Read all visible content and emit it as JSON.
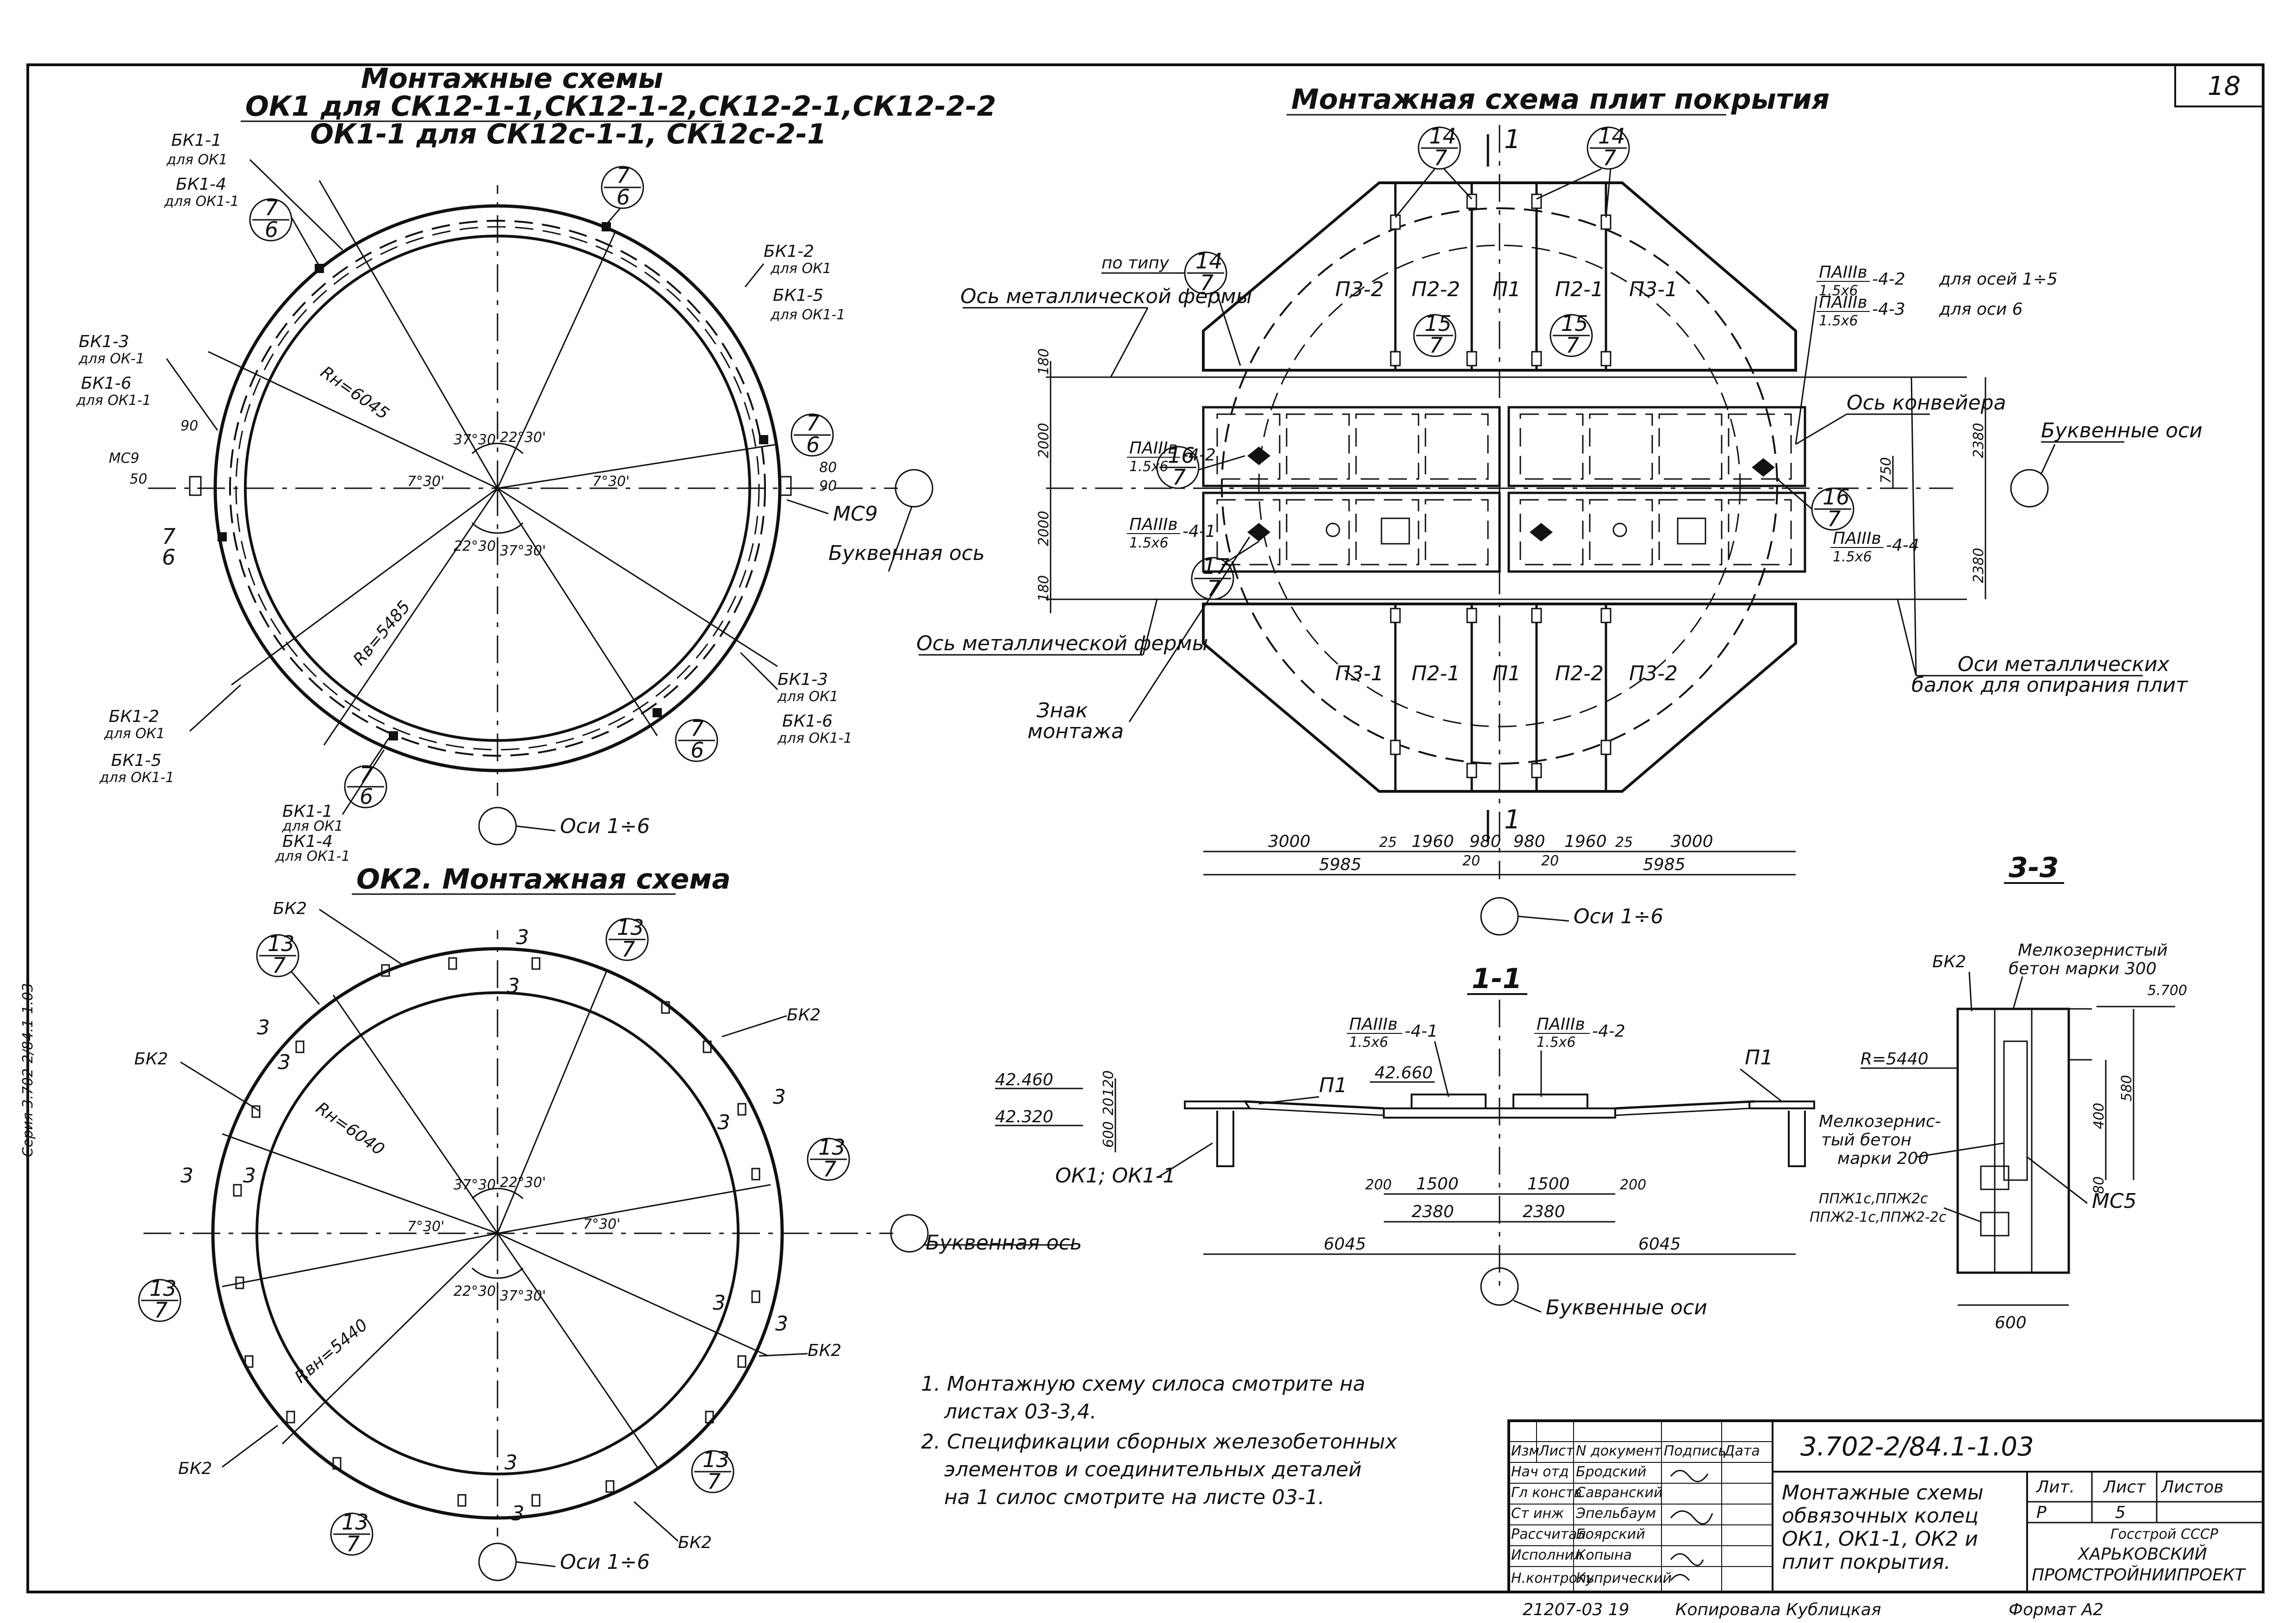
{
  "sheet": {
    "sheet_number": "18",
    "series_side_text": "Серия 3.702-2/84.1-1.03"
  },
  "scheme_ok1": {
    "title_line1": "Монтажные схемы",
    "title_line2": "ОК1 для СК12-1-1,СК12-1-2,СК12-2-1,СК12-2-2",
    "title_line3": "ОК1-1 для СК12с-1-1, СК12с-2-1",
    "callouts": [
      {
        "mark": "БК1-1",
        "note": "для ОК1"
      },
      {
        "mark": "БК1-4",
        "note": "для ОК1-1"
      },
      {
        "mark": "БК1-2",
        "note": "для ОК1"
      },
      {
        "mark": "БК1-5",
        "note": "для ОК1-1"
      },
      {
        "mark": "БК1-3",
        "note": "для ОК-1"
      },
      {
        "mark": "БК1-6",
        "note": "для ОК1-1"
      },
      {
        "mark": "БК1-3",
        "note": "для ОК1"
      },
      {
        "mark": "БК1-6",
        "note": "для ОК1-1"
      },
      {
        "mark": "БК1-2",
        "note": "для ОК1"
      },
      {
        "mark": "БК1-5",
        "note": "для ОК1-1"
      },
      {
        "mark": "БК1-1",
        "note": "для ОК1"
      },
      {
        "mark": "БК1-4",
        "note": "для ОК1-1"
      }
    ],
    "radius_outer": "Rн=6045",
    "radius_inner": "Rв=5485",
    "angles": [
      "37°30'",
      "22°30'",
      "7°30'",
      "7°30'",
      "22°30'",
      "37°30'"
    ],
    "mark_ms9": "МС9",
    "mark_ms9_left": "МС9",
    "dim_90": "90",
    "dim_50": "50",
    "dim_80": "80",
    "dim_90b": "90",
    "letter_axis": "Буквенная ось",
    "axes_label": "Оси 1÷6",
    "detail_ref": {
      "num": "7",
      "den": "6"
    }
  },
  "scheme_ok2": {
    "title": "ОК2. Монтажная схема",
    "mark": "БК2",
    "radius_outer": "Rн=6040",
    "radius_inner": "Rвн=5440",
    "angles": [
      "37°30'",
      "22°30'",
      "7°30'",
      "7°30'",
      "22°30'",
      "37°30'"
    ],
    "section_mark": "3",
    "letter_axis": "Буквенная ось",
    "axes_label": "Оси 1÷6",
    "detail_ref": {
      "num": "13",
      "den": "7"
    }
  },
  "scheme_plates": {
    "title": "Монтажная схема плит покрытия",
    "plates_top": [
      "П3-2",
      "П2-2",
      "П1",
      "П2-1",
      "П3-1"
    ],
    "plates_bottom": [
      "П3-1",
      "П2-1",
      "П1",
      "П2-2",
      "П3-2"
    ],
    "ref_14": {
      "num": "14",
      "den": "7"
    },
    "ref_15": {
      "num": "15",
      "den": "7"
    },
    "ref_16": {
      "num": "16",
      "den": "7"
    },
    "ref_17": {
      "num": "17",
      "den": "7"
    },
    "by_type": "по типу",
    "axis_metal_truss": "Ось металлической фермы",
    "axis_conveyor": "Ось конвейера",
    "letter_axes": "Буквенные оси",
    "axes_metal_beams_1": "Оси металлических",
    "axes_metal_beams_2": "балок для опирания плит",
    "mount_sign_1": "Знак",
    "mount_sign_2": "монтажа",
    "plate_pa_42_num": "ПАIIIв",
    "plate_pa_42_den": "1.5х6",
    "plate_pa_42_suffix": "-4-2",
    "plate_pa_41_suffix": "-4-1",
    "plate_pa_44_suffix": "-4-4",
    "plate_pa_43_suffix": "-4-3",
    "note_axes_1_5": "для осей 1÷5",
    "note_axis_6": "для оси 6",
    "section_mark": "1",
    "dims_vertical": [
      "180",
      "2000",
      "2000",
      "180",
      "750",
      "2380",
      "2380"
    ],
    "dims_bottom": [
      "3000",
      "25",
      "1960",
      "980",
      "980",
      "1960",
      "25",
      "3000"
    ],
    "dims_bottom_small": [
      "20",
      "20"
    ],
    "dims_total": [
      "5985",
      "5985"
    ],
    "axes_label": "Оси 1÷6"
  },
  "section_11": {
    "title": "1-1",
    "plate_left": "П1",
    "plate_right": "П1",
    "plate_a_num": "ПАIIIв",
    "plate_a_den": "1.5х6",
    "plate_a_suffix": "-4-1",
    "plate_b_suffix": "-4-2",
    "level_1": "42.460",
    "level_2": "42.320",
    "level_3": "42.660",
    "dim_120": "120",
    "dim_20": "20",
    "dim_600": "600",
    "ring": "ОК1; ОК1-1",
    "dims_row1": [
      "200",
      "1500",
      "1500",
      "200"
    ],
    "dims_row2": [
      "2380",
      "2380"
    ],
    "dims_row3": [
      "6045",
      "6045"
    ],
    "letter_axes": "Буквенные оси"
  },
  "section_33": {
    "title": "3-3",
    "mark": "БК2",
    "concrete_300_1": "Мелкозернистый",
    "concrete_300_2": "бетон марки 300",
    "radius": "R=5440",
    "dim_5700": "5.700",
    "dim_400": "400",
    "dim_580": "580",
    "dim_80": "80",
    "concrete_200_1": "Мелкозернис-",
    "concrete_200_2": "тый бетон",
    "concrete_200_3": "марки 200",
    "parts_1": "ППЖ1с,ППЖ2с",
    "parts_2": "ППЖ2-1с,ППЖ2-2с",
    "ms5": "МС5",
    "dim_600": "600"
  },
  "notes": [
    "1. Монтажную схему силоса смотрите на",
    "листах 03-3,4.",
    "2. Спецификации сборных железобетонных",
    "элементов и соединительных деталей",
    "на 1 силос смотрите на листе 03-1."
  ],
  "title_block": {
    "doc_code": "3.702-2/84.1-1.03",
    "header_cols": [
      "Изм",
      "Лист",
      "N документ",
      "Подпись",
      "Дата"
    ],
    "rows": [
      {
        "role": "Нач отд",
        "name": "Бродский"
      },
      {
        "role": "Гл конств",
        "name": "Савранский"
      },
      {
        "role": "Ст инж",
        "name": "Эпельбаум"
      },
      {
        "role": "Рассчитал",
        "name": "Боярский"
      },
      {
        "role": "Исполнил",
        "name": "Копына"
      },
      {
        "role": "Н.контроль",
        "name": "Купрический"
      }
    ],
    "description": [
      "Монтажные схемы",
      "обвязочных колец",
      "ОК1, ОК1-1, ОК2 и",
      "плит покрытия."
    ],
    "lit_label": "Лит.",
    "sheet_label": "Лист",
    "sheets_label": "Листов",
    "lit_value": "Р",
    "sheet_value": "5",
    "org_1": "Госстрой СССР",
    "org_2": "ХАРЬКОВСКИЙ",
    "org_3": "ПРОМСТРОЙНИИПРОЕКТ",
    "footer_left": "21207-03 19",
    "footer_copied": "Копировала Кублицкая",
    "footer_format": "Формат А2"
  }
}
